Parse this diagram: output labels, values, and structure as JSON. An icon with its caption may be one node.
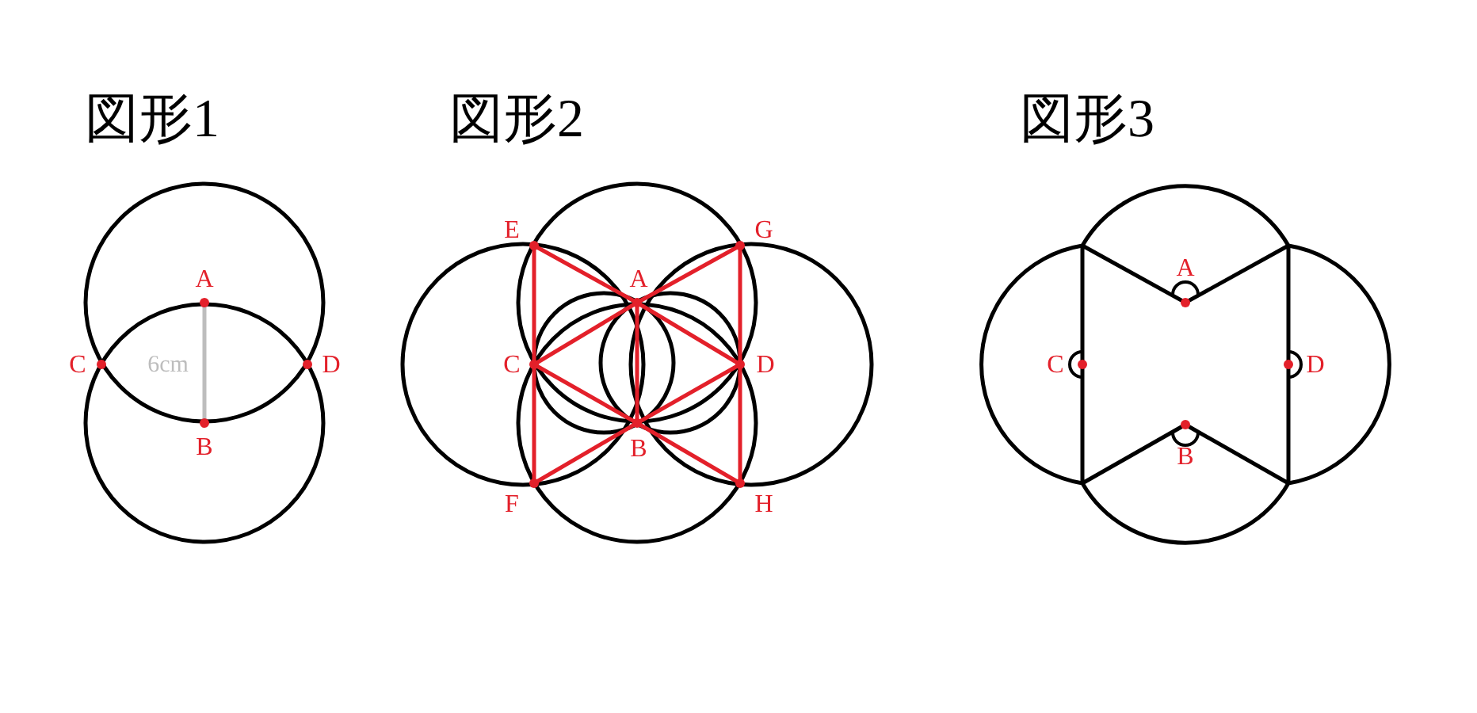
{
  "diagram": {
    "labels": [
      "図形1",
      "A",
      "C",
      "6cm",
      "D",
      "B",
      "図形2",
      "E",
      "G",
      "A",
      "C",
      "D",
      "B",
      "F",
      "H",
      "図形3",
      "A",
      "C",
      "D",
      "B"
    ]
  }
}
